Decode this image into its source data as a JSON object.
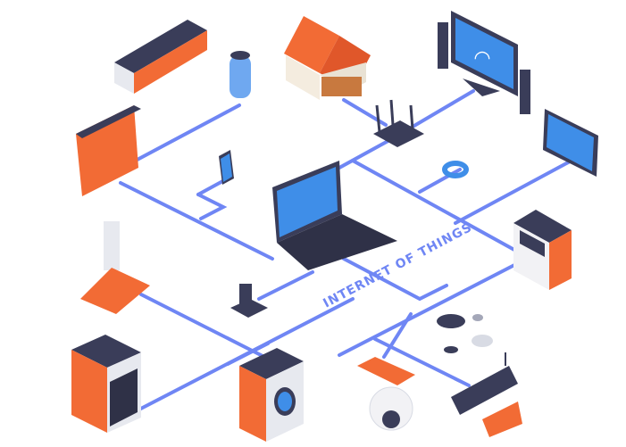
{
  "banner": {
    "text": "INTERNET OF THINGS"
  },
  "colors": {
    "line": "#6f86f4",
    "dark": "#3a3d59",
    "orange": "#f26b35",
    "screen": "#3f8ee8",
    "shadow": "#eef0f4"
  },
  "devices": [
    "air-conditioner",
    "humidifier",
    "smart-house",
    "tv-with-speakers",
    "radiator",
    "router",
    "smartphone",
    "tablet",
    "laptop",
    "fitness-band",
    "range-hood",
    "security-keypad",
    "charging-dock",
    "sensors",
    "oven",
    "washing-machine",
    "dome-camera",
    "cctv-camera"
  ]
}
